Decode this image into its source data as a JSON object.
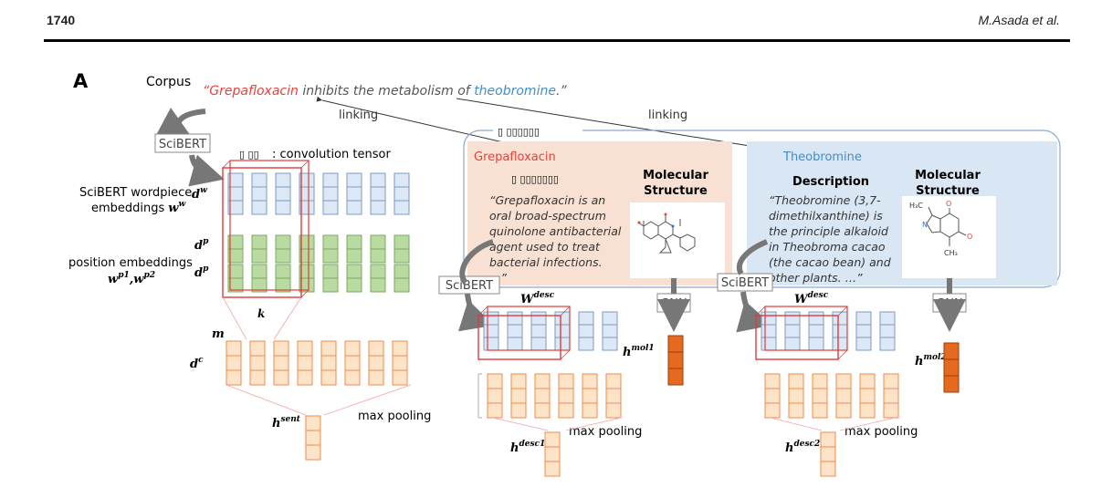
{
  "header": {
    "page_number": "1740",
    "authors": "M.Asada et al."
  },
  "figure": {
    "panel_label": "A",
    "corpus_label": "Corpus",
    "sentence": {
      "open_quote": "“",
      "drug1": "Grepafloxacin",
      "middle": " inhibits the metabolism of ",
      "drug2": "theobromine",
      "close": ".”"
    },
    "linking_label_1": "linking",
    "linking_label_2": "linking",
    "database_title_glyphs": "▯ ▯▯▯▯▯▯",
    "sentence_branch": {
      "scibert": "SciBERT",
      "tensor_glyphs": "▯ ▯▯",
      "tensor_legend": ": convolution tensor",
      "wordpiece_label_1": "SciBERT wordpiece",
      "wordpiece_label_2": "embeddings",
      "w_w": "w",
      "w_w_sup": "w",
      "d_w": "d",
      "d_w_sup": "w",
      "position_label": "position embeddings",
      "w_p1": "w",
      "w_p1_sup": "p1",
      "w_p2": "w",
      "w_p2_sup": "p2",
      "d_p": "d",
      "d_p_sup": "p",
      "k": "k",
      "m": "m",
      "d_c": "d",
      "d_c_sup": "c",
      "h_sent": "h",
      "h_sent_sup": "sent",
      "max_pooling": "max pooling"
    },
    "drug1_box": {
      "name": "Grepafloxacin",
      "desc_title_glyphs": "▯ ▯▯▯▯▯▯▯",
      "mol_title_1": "Molecular",
      "mol_title_2": "Structure",
      "desc_lines": [
        "“Grepafloxacin is an",
        "oral broad-spectrum",
        "quinolone antibacterial",
        "agent used to treat",
        "bacterial infections.",
        "…”"
      ],
      "scibert": "SciBERT",
      "gnn": "GNN",
      "w_desc": "W",
      "w_desc_sup": "desc",
      "h_mol": "h",
      "h_mol_sup": "mol1",
      "h_desc": "h",
      "h_desc_sup": "desc1",
      "max_pooling": "max pooling"
    },
    "drug2_box": {
      "name": "Theobromine",
      "desc_title": "Description",
      "mol_title_1": "Molecular",
      "mol_title_2": "Structure",
      "desc_lines": [
        "“Theobromine (3,7-",
        "dimethilxanthine) is",
        "the principle alkaloid",
        "in Theobroma cacao",
        "(the cacao bean) and",
        "other plants. …”"
      ],
      "scibert": "SciBERT",
      "gnn": "GNN",
      "w_desc": "W",
      "w_desc_sup": "desc",
      "h_mol": "h",
      "h_mol_sup": "mol2",
      "h_desc": "h",
      "h_desc_sup": "desc2",
      "max_pooling": "max pooling",
      "atom_H3C": "H₃C",
      "atom_CH3": "CH₃",
      "atom_O1": "O",
      "atom_O2": "O",
      "atom_N": "N"
    },
    "colors": {
      "drug1": "#e8403a",
      "drug2": "#3e8ed0",
      "drug1_bg": "#f8e0d2",
      "drug2_bg": "#d9e6f4",
      "embed_blue": "#dce8f5",
      "embed_green": "#b9dba1",
      "conv_orange": "#fde4c8",
      "mol_vector": "#e56a20",
      "tensor_red": "#e03a3a"
    }
  }
}
